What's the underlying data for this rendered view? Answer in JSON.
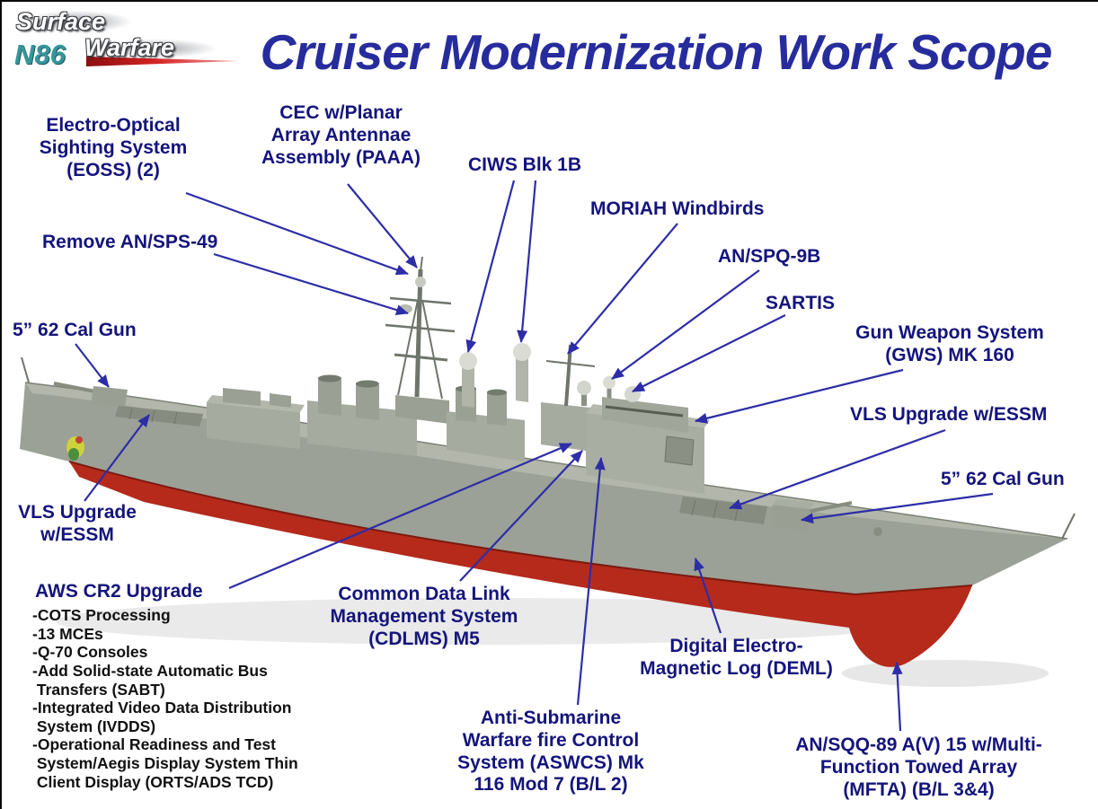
{
  "page": {
    "title": "Cruiser Modernization Work Scope"
  },
  "logo": {
    "surface": "Surface",
    "n86": "N86",
    "warfare": "Warfare"
  },
  "labels": {
    "eoss": "Electro-Optical\nSighting System\n(EOSS) (2)",
    "cec": "CEC w/Planar\nArray Antennae\nAssembly (PAAA)",
    "ciws": "CIWS Blk 1B",
    "moriah": "MORIAH Windbirds",
    "spq9b": "AN/SPQ-9B",
    "sartis": "SARTIS",
    "sps49": "Remove AN/SPS-49",
    "gun_left": "5” 62 Cal Gun",
    "gws": "Gun Weapon System\n(GWS) MK 160",
    "vls_right": "VLS Upgrade w/ESSM",
    "gun_right": "5” 62 Cal Gun",
    "vls_left": "VLS Upgrade\nw/ESSM",
    "aws_title": "AWS CR2 Upgrade",
    "aws_list": "-COTS Processing\n-13 MCEs\n-Q-70 Consoles\n-Add Solid-state Automatic Bus\n Transfers (SABT)\n-Integrated Video Data Distribution\n System (IVDDS)\n-Operational Readiness and Test\n System/Aegis Display System Thin\n Client Display (ORTS/ADS TCD)",
    "cdlms": "Common Data Link\nManagement System\n(CDLMS) M5",
    "deml": "Digital Electro-\nMagnetic Log (DEML)",
    "aswcs": "Anti-Submarine\nWarfare fire Control\nSystem (ASWCS) Mk\n116 Mod 7 (B/L 2)",
    "sqq89": "AN/SQQ-89 A(V) 15 w/Multi-\nFunction Towed Array\n(MFTA) (B/L 3&4)"
  },
  "colors": {
    "title_blue": "#272c9d",
    "label_navy": "#14147c",
    "arrow_blue": "#2d2da8",
    "hull_gray": "#9ba196",
    "hull_red": "#b52a1b"
  }
}
